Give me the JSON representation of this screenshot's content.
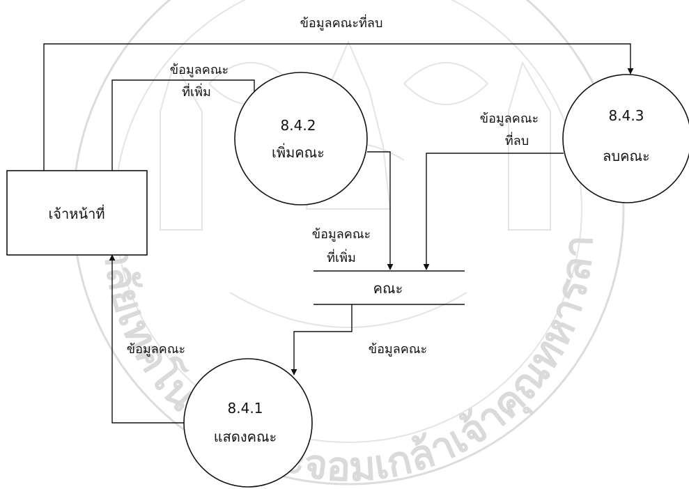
{
  "watermark": {
    "seal_text": "มหาวิทยาลัยเทคโนโลยีพระจอมเกล้าเจ้าคุณทหารลาดกระบัง",
    "color": "#d9d9d9"
  },
  "diagram": {
    "external_entity": {
      "label": "เจ้าหน้าที่"
    },
    "processes": [
      {
        "id": "8.4.1",
        "label": "แสดงคณะ"
      },
      {
        "id": "8.4.2",
        "label": "เพิ่มคณะ"
      },
      {
        "id": "8.4.3",
        "label": "ลบคณะ"
      }
    ],
    "data_store": {
      "label": "คณะ"
    },
    "flows": {
      "deleted_top": "ข้อมูลคณะที่ลบ",
      "added_to_process_line1": "ข้อมูลคณะ",
      "added_to_process_line2": "ที่เพิ่ม",
      "deleted_to_store_line1": "ข้อมูลคณะ",
      "deleted_to_store_line2": "ที่ลบ",
      "added_to_store_line1": "ข้อมูลคณะ",
      "added_to_store_line2": "ที่เพิ่ม",
      "store_to_show": "ข้อมูลคณะ",
      "show_to_staff": "ข้อมูลคณะ"
    }
  }
}
